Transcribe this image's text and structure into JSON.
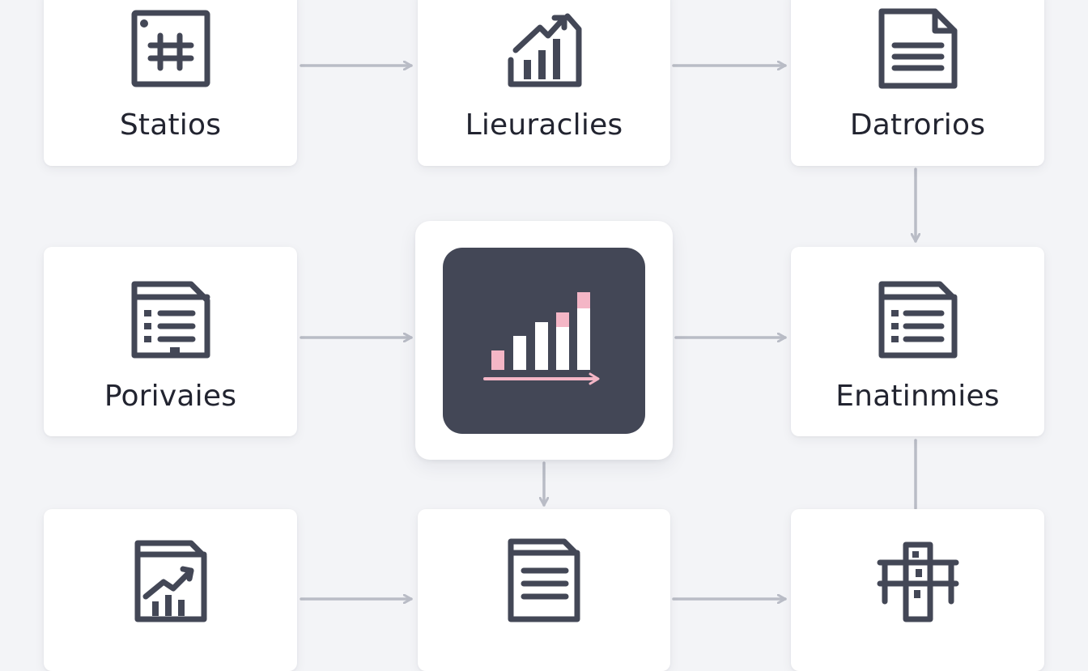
{
  "colors": {
    "background": "#f3f4f7",
    "card": "#ffffff",
    "icon_stroke": "#434756",
    "connector": "#b9bcc6",
    "center_tile": "#434756",
    "chart_bar_light": "#ffffff",
    "chart_bar_accent": "#f4b6c6"
  },
  "nodes": {
    "statios": {
      "label": "Statios",
      "icon": "grid-document-icon"
    },
    "lieuraclies": {
      "label": "Lieuraclies",
      "icon": "rising-bar-chart-document-icon"
    },
    "datrorios": {
      "label": "Datrorios",
      "icon": "text-document-icon"
    },
    "porivaies": {
      "label": "Porivaies",
      "icon": "list-document-icon"
    },
    "enatinmies": {
      "label": "Enatinmies",
      "icon": "list-document-icon"
    },
    "bottom_left": {
      "label": "",
      "icon": "trend-chart-document-icon"
    },
    "bottom_middle": {
      "label": "",
      "icon": "text-document-icon"
    },
    "bottom_right": {
      "label": "",
      "icon": "grid-puzzle-icon"
    }
  },
  "center": {
    "icon": "bar-chart-icon"
  }
}
